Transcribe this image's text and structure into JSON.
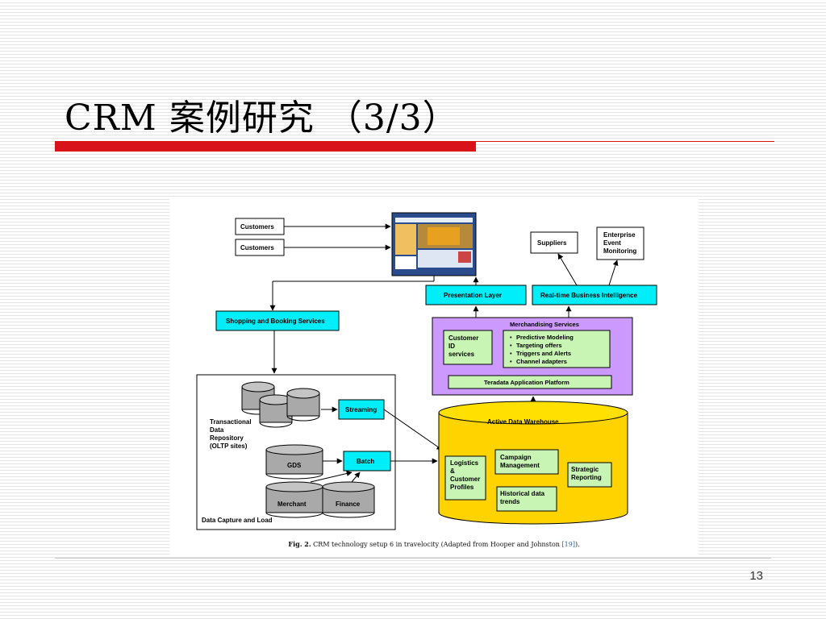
{
  "slide": {
    "title": "CRM 案例研究 （3/3）",
    "page_number": "13"
  },
  "diagram": {
    "customers_1": "Customers",
    "customers_2": "Customers",
    "suppliers": "Suppliers",
    "enterprise_monitoring": [
      "Enterprise",
      "Event",
      "Monitoring"
    ],
    "presentation_layer": "Presentation Layer",
    "realtime_bi": "Real-time Business Intelligence",
    "shopping_booking": "Shopping and Booking Services",
    "merchandising_title": "Merchandising Services",
    "customer_id": [
      "Customer",
      "ID",
      "services"
    ],
    "merch_bullets": [
      "Predictive Modeling",
      "Targeting offers",
      "Triggers and Alerts",
      "Channel adapters"
    ],
    "teradata": "Teradata Application Platform",
    "transactional_repo": [
      "Transactional",
      "Data",
      "Repository",
      "(OLTP sites)"
    ],
    "streaming": "Streaming",
    "batch": "Batch",
    "gds": "GDS",
    "merchant": "Merchant",
    "finance": "Finance",
    "data_capture": "Data Capture and Load",
    "warehouse_title": "Active Data Warehouse",
    "logistics": [
      "Logistics",
      "&",
      "Customer",
      "Profiles"
    ],
    "campaign": [
      "Campaign",
      "Management"
    ],
    "strategic": [
      "Strategic",
      "Reporting"
    ],
    "historical": [
      "Historical data",
      "trends"
    ],
    "caption_label": "Fig. 2.",
    "caption_text": "CRM technology setup 6 in travelocity (Adapted from Hooper and Johnston ",
    "caption_ref": "[19]",
    "caption_end": ")."
  }
}
